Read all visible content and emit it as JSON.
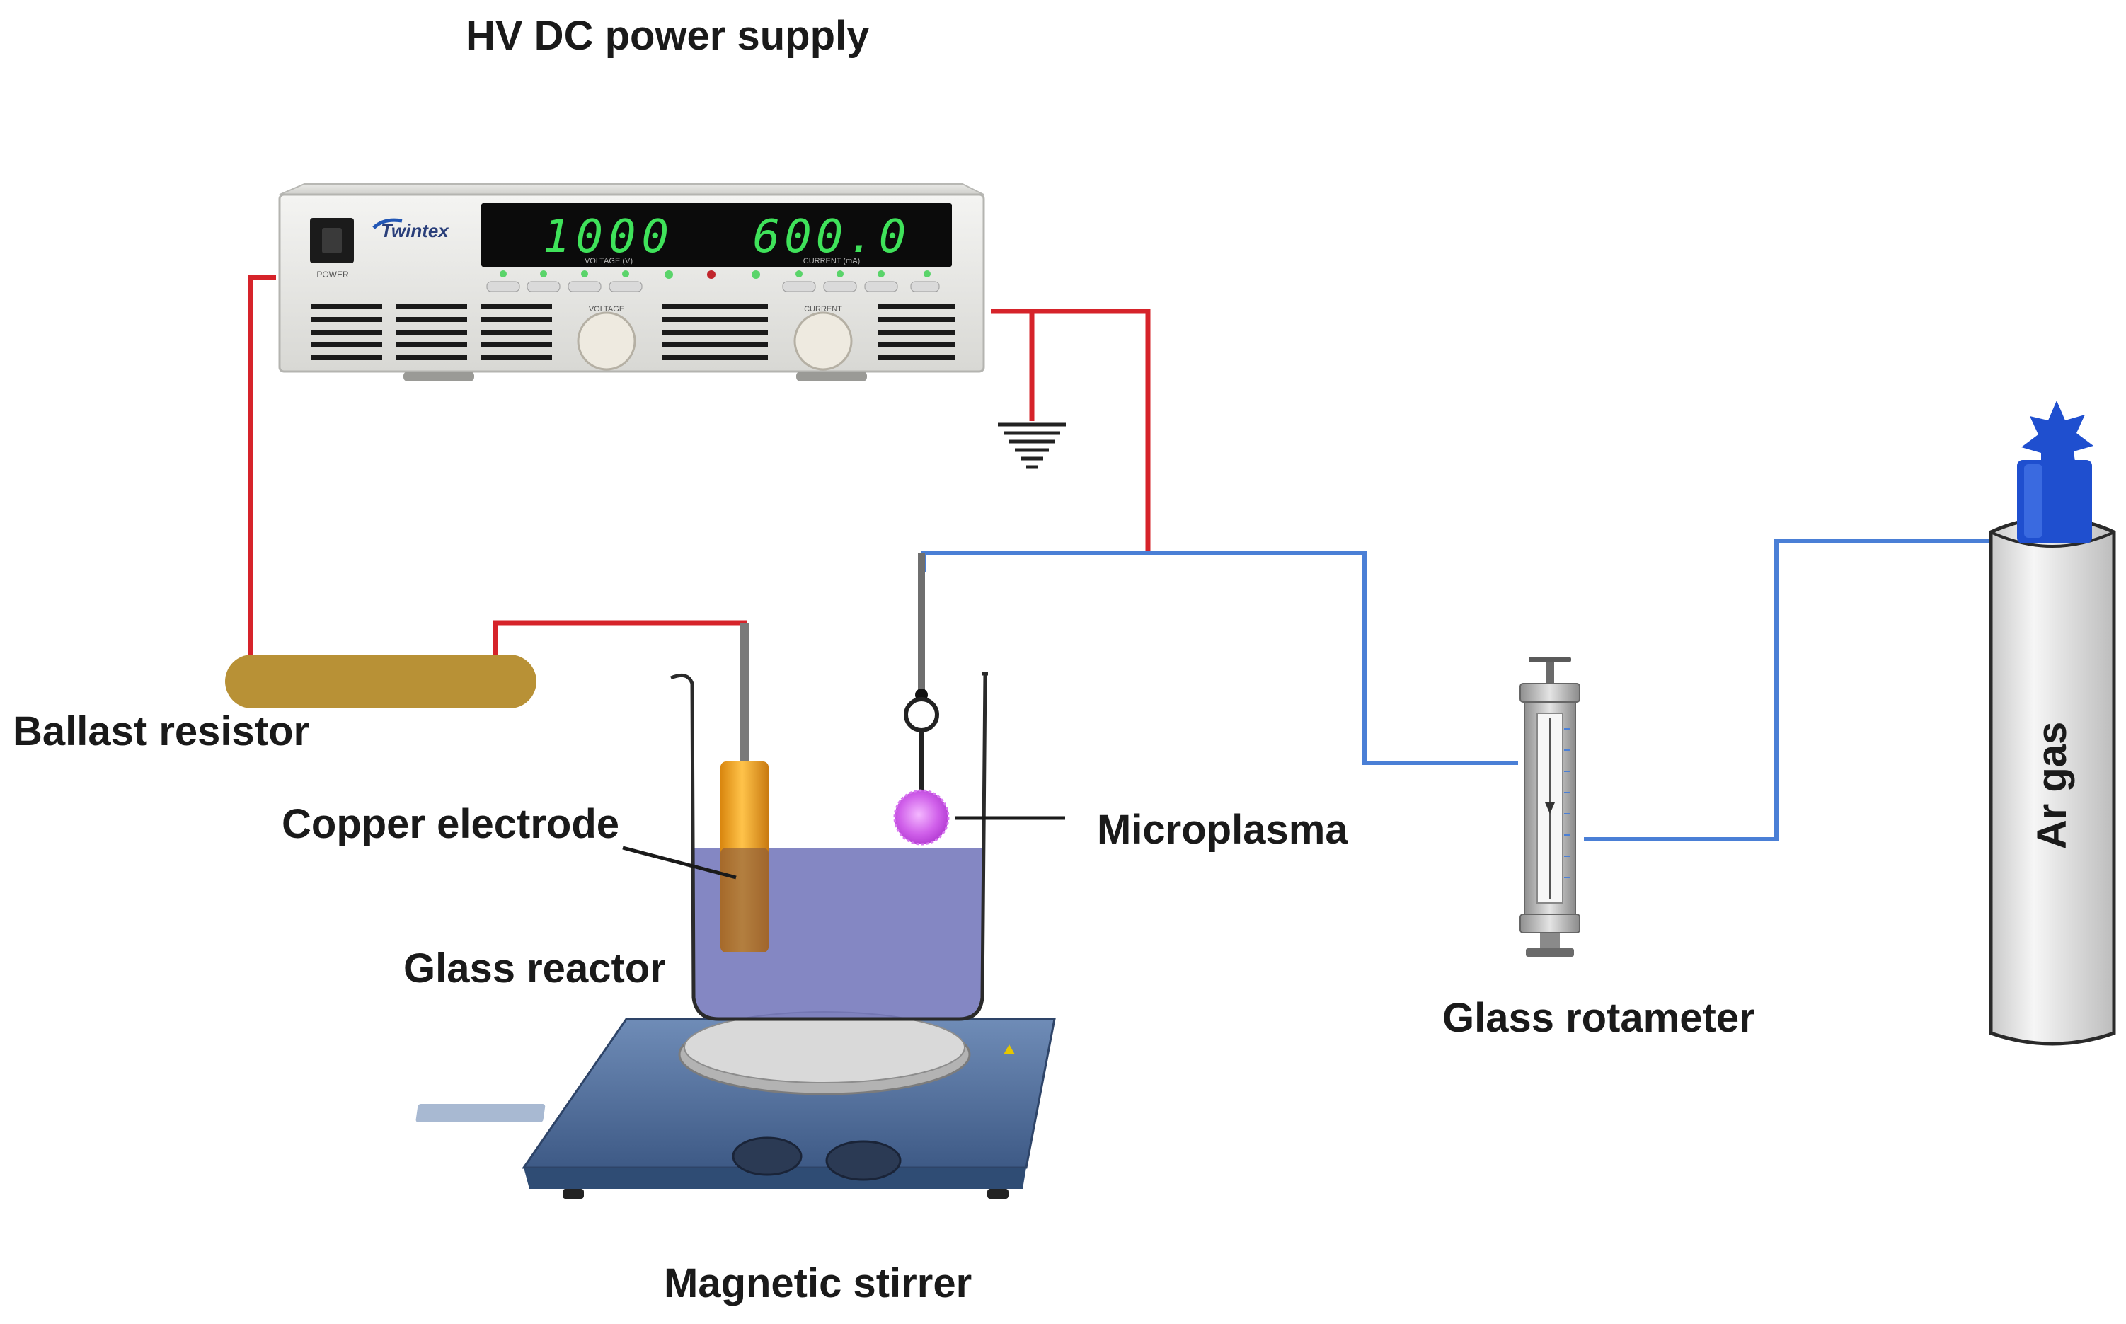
{
  "labels": {
    "power_supply": "HV DC power supply",
    "ballast": "Ballast resistor",
    "copper": "Copper electrode",
    "reactor": "Glass reactor",
    "stirrer": "Magnetic stirrer",
    "microplasma": "Microplasma",
    "rotameter": "Glass rotameter",
    "argas": "Ar gas"
  },
  "power_unit": {
    "brand": "Twintex",
    "voltage": "1000",
    "current": "600.0",
    "voltage_caption": "VOLTAGE (V)",
    "current_caption": "CURRENT (mA)",
    "power_caption": "POWER",
    "knob_voltage": "VOLTAGE",
    "knob_current": "CURRENT"
  },
  "colors": {
    "wire": "#d6232a",
    "gas_line": "#4a7fd6",
    "ballast": "#b89136",
    "liquid": "#6e72b8",
    "copper": "#f2a421",
    "plasma": "#cc55e6",
    "cylinder_cap": "#1f4fcf",
    "stirrer": "#4e6d9a",
    "lcd_green": "#3fe25a"
  }
}
